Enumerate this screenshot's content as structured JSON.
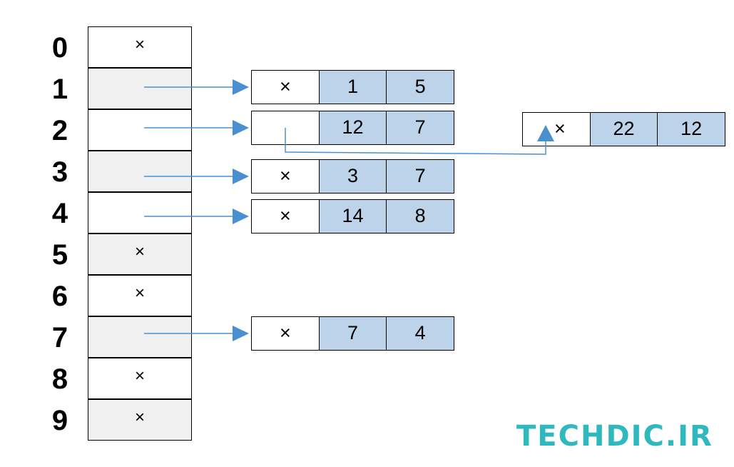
{
  "colors": {
    "bucket_alt": "#f0f0f0",
    "bucket": "#ffffff",
    "value_cell": "#bcd3ea",
    "arrow": "#4a8fd0",
    "watermark": "#2fb9be"
  },
  "buckets": [
    {
      "index": "0",
      "null_mark": "×"
    },
    {
      "index": "1",
      "null_mark": ""
    },
    {
      "index": "2",
      "null_mark": ""
    },
    {
      "index": "3",
      "null_mark": ""
    },
    {
      "index": "4",
      "null_mark": ""
    },
    {
      "index": "5",
      "null_mark": "×"
    },
    {
      "index": "6",
      "null_mark": "×"
    },
    {
      "index": "7",
      "null_mark": ""
    },
    {
      "index": "8",
      "null_mark": "×"
    },
    {
      "index": "9",
      "null_mark": "×"
    }
  ],
  "nodes": [
    {
      "bucket": "1",
      "next": "×",
      "key": "1",
      "value": "5"
    },
    {
      "bucket": "2",
      "next": "",
      "key": "12",
      "value": "7"
    },
    {
      "bucket": "2-chained",
      "next": "×",
      "key": "22",
      "value": "12"
    },
    {
      "bucket": "3",
      "next": "×",
      "key": "3",
      "value": "7"
    },
    {
      "bucket": "4",
      "next": "×",
      "key": "14",
      "value": "8"
    },
    {
      "bucket": "7",
      "next": "×",
      "key": "7",
      "value": "4"
    }
  ],
  "watermark": "TECHDIC.IR"
}
